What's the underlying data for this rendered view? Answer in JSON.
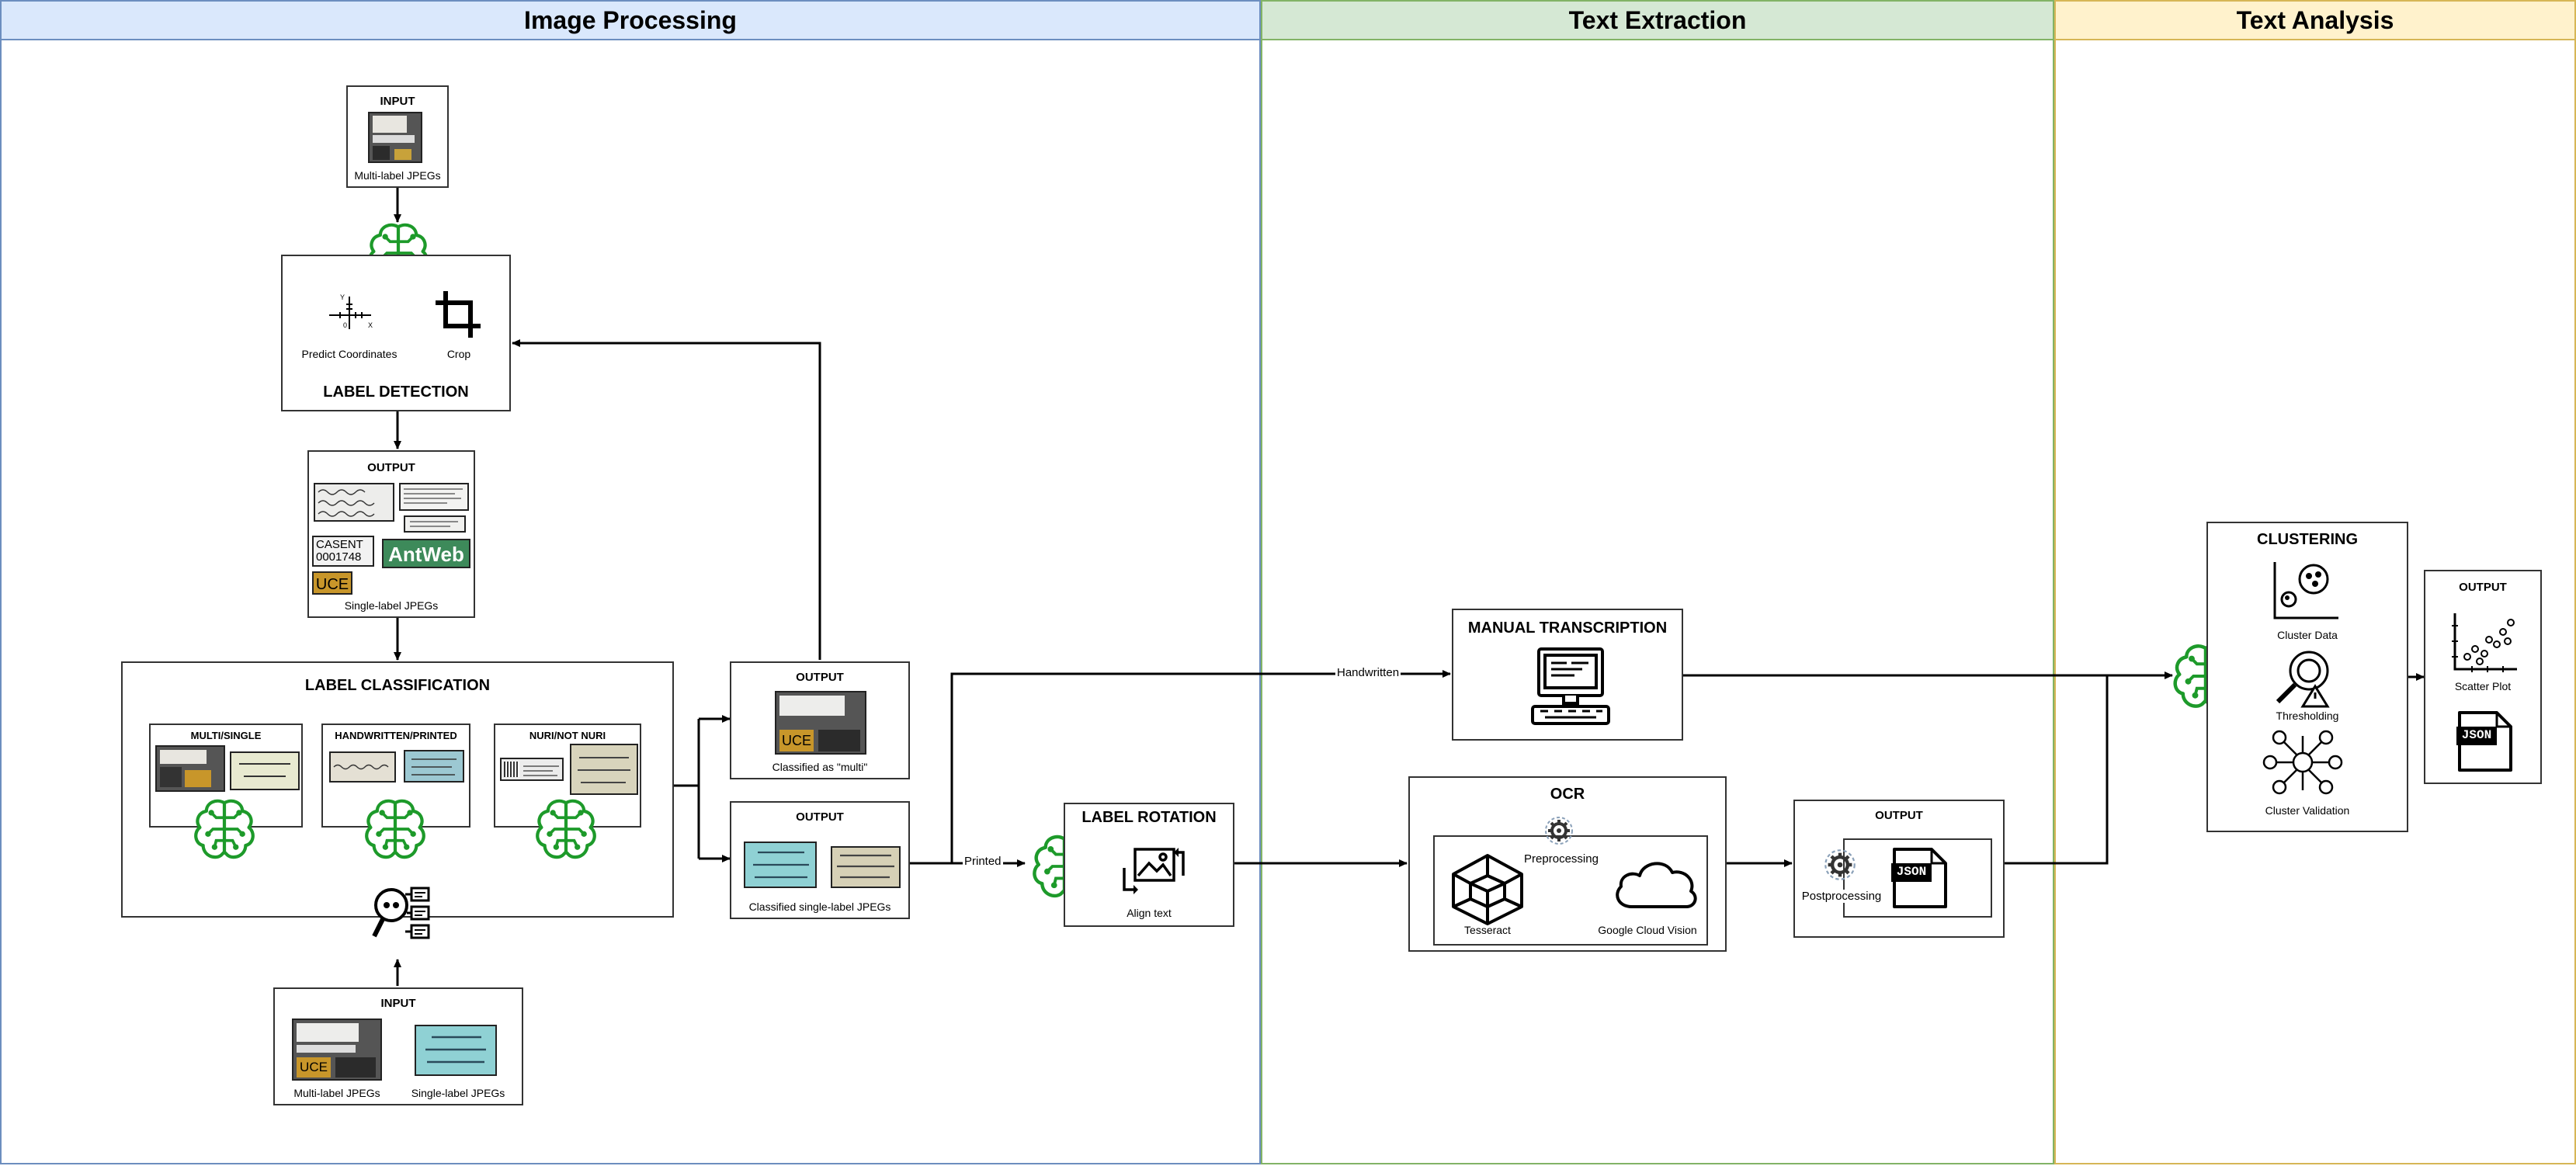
{
  "lanes": {
    "image_processing": "Image Processing",
    "text_extraction": "Text Extraction",
    "text_analysis": "Text Analysis"
  },
  "colors": {
    "lane_image_fill": "#dae8fc",
    "lane_image_border": "#6c8ebf",
    "lane_text_fill": "#d5e8d4",
    "lane_text_border": "#82b366",
    "lane_analysis_fill": "#fff2cc",
    "lane_analysis_border": "#d6b656",
    "ai_green": "#1d9a2a"
  },
  "input_top": {
    "title": "INPUT",
    "caption": "Multi-label JPEGs"
  },
  "label_detection": {
    "title": "LABEL DETECTION",
    "predict": "Predict Coordinates",
    "crop": "Crop"
  },
  "output_detection": {
    "title": "OUTPUT",
    "caption": "Single-label JPEGs",
    "casent": "CASENT\n0001748",
    "antweb": "AntWeb",
    "uce": "UCE"
  },
  "label_classification": {
    "title": "LABEL CLASSIFICATION",
    "multi_single": "MULTI/SINGLE",
    "hand_printed": "HANDWRITTEN/PRINTED",
    "nuri": "NURI/NOT NURI"
  },
  "input_bottom": {
    "title": "INPUT",
    "caption_multi": "Multi-label JPEGs",
    "caption_single": "Single-label JPEGs"
  },
  "output_multi": {
    "title": "OUTPUT",
    "caption": "Classified as \"multi\""
  },
  "output_single": {
    "title": "OUTPUT",
    "caption": "Classified single-label JPEGs"
  },
  "label_rotation": {
    "title": "LABEL ROTATION",
    "caption": "Align text"
  },
  "edges": {
    "printed": "Printed",
    "handwritten": "Handwritten"
  },
  "manual_transcription": {
    "title": "MANUAL TRANSCRIPTION"
  },
  "ocr": {
    "title": "OCR",
    "preprocessing": "Preprocessing",
    "tesseract": "Tesseract",
    "gcv": "Google Cloud Vision"
  },
  "ocr_output": {
    "title": "OUTPUT",
    "postprocessing": "Postprocessing",
    "json": "JSON"
  },
  "clustering": {
    "title": "CLUSTERING",
    "cluster_data": "Cluster Data",
    "thresholding": "Thresholding",
    "validation": "Cluster Validation"
  },
  "final_output": {
    "title": "OUTPUT",
    "scatter": "Scatter Plot",
    "json": "JSON"
  }
}
